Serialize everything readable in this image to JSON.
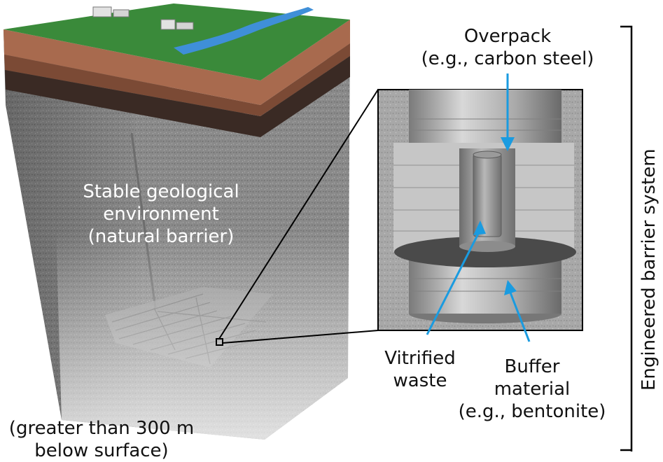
{
  "labels": {
    "overpack_line1": "Overpack",
    "overpack_line2": "(e.g., carbon steel)",
    "geo_line1": "Stable geological",
    "geo_line2": "environment",
    "geo_line3": "(natural barrier)",
    "vitrified_line1": "Vitrified",
    "vitrified_line2": "waste",
    "buffer_line1": "Buffer",
    "buffer_line2": "material",
    "buffer_line3": "(e.g., bentonite)",
    "depth_line1": "(greater than 300 m",
    "depth_line2": "below surface)",
    "system": "Engineered barrier system"
  },
  "colors": {
    "arrow": "#1a9be0",
    "grass": "#3a8a3a",
    "water": "#3f8fd8",
    "soil_light": "#a86a4e",
    "soil_mid": "#7b4a35",
    "soil_dark": "#3a2a24",
    "rock": "#8c8c8c",
    "pit": "#4a4a4a"
  }
}
